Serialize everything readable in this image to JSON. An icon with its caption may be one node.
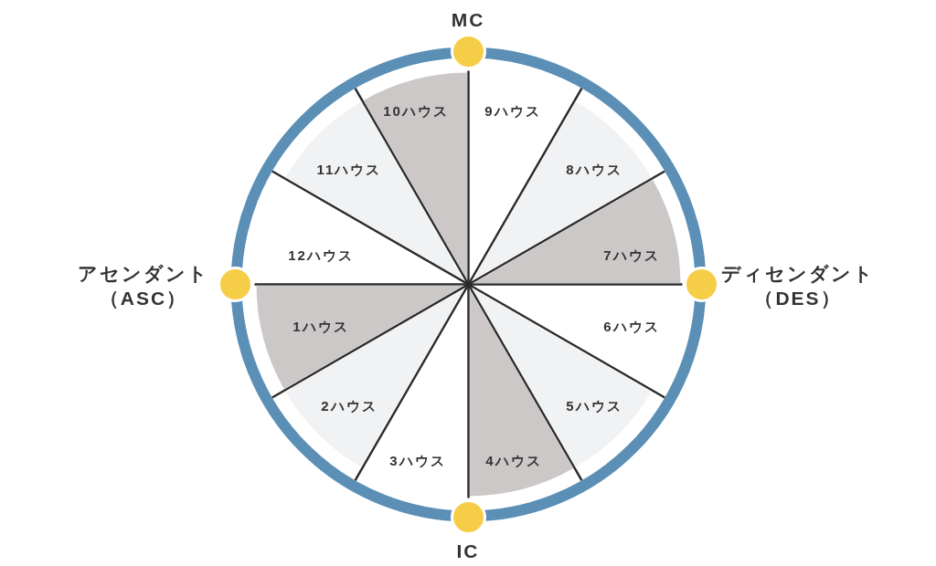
{
  "diagram": {
    "nodes": [
      {
        "text": [
          "1ハウス"
        ]
      },
      {
        "text": [
          "2ハウス"
        ]
      },
      {
        "text": [
          "3ハウス"
        ]
      },
      {
        "text": [
          "4ハウス"
        ]
      },
      {
        "text": [
          "5ハウス"
        ]
      },
      {
        "text": [
          "6ハウス"
        ]
      },
      {
        "text": [
          "7ハウス"
        ]
      },
      {
        "text": [
          "8ハウス"
        ]
      },
      {
        "text": [
          "9ハウス"
        ]
      },
      {
        "text": [
          "10ハウス"
        ]
      },
      {
        "text": [
          "11ハウス"
        ]
      },
      {
        "text": [
          "12ハウス"
        ]
      }
    ],
    "labels": [
      "MC",
      "アセンダント（ASC）",
      "ディセンダント（DES）",
      "IC"
    ]
  }
}
